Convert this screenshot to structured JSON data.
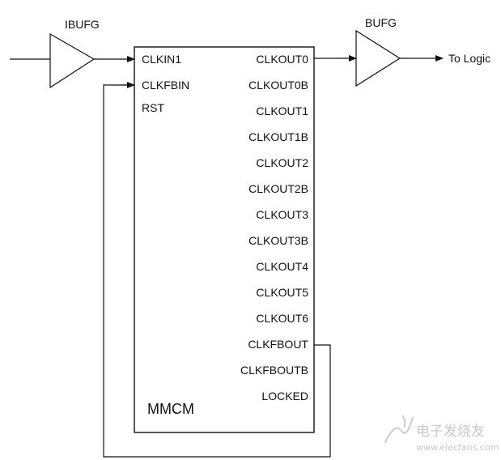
{
  "buffers": {
    "input_label": "IBUFG",
    "output_label": "BUFG",
    "output_dest": "To Logic"
  },
  "block": {
    "name": "MMCM",
    "inputs": [
      "CLKIN1",
      "CLKFBIN",
      "RST"
    ],
    "outputs": [
      "CLKOUT0",
      "CLKOUT0B",
      "CLKOUT1",
      "CLKOUT1B",
      "CLKOUT2",
      "CLKOUT2B",
      "CLKOUT3",
      "CLKOUT3B",
      "CLKOUT4",
      "CLKOUT5",
      "CLKOUT6",
      "CLKFBOUT",
      "CLKFBOUTB",
      "LOCKED"
    ]
  },
  "watermark": {
    "text": "电子发烧友",
    "url": "www.elecfans.com"
  },
  "colors": {
    "line": "#111111",
    "watermark": "#c8c8c8"
  }
}
